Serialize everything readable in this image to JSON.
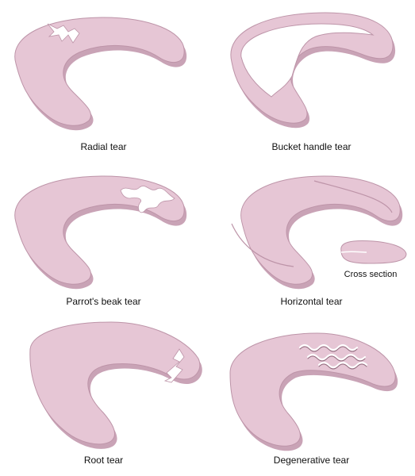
{
  "diagrams": [
    {
      "id": "radial",
      "caption": "Radial tear"
    },
    {
      "id": "bucket-handle",
      "caption": "Bucket handle tear"
    },
    {
      "id": "parrots-beak",
      "caption": "Parrot's beak tear"
    },
    {
      "id": "horizontal",
      "caption": "Horizontal tear",
      "inset_caption": "Cross section"
    },
    {
      "id": "root",
      "caption": "Root tear"
    },
    {
      "id": "degenerative",
      "caption": "Degenerative tear"
    }
  ],
  "colors": {
    "meniscus_fill": "#e6c6d5",
    "meniscus_edge": "#bd94a8",
    "meniscus_shadow": "#c9a3b6",
    "tear_highlight": "#ffffff",
    "background": "#ffffff"
  }
}
